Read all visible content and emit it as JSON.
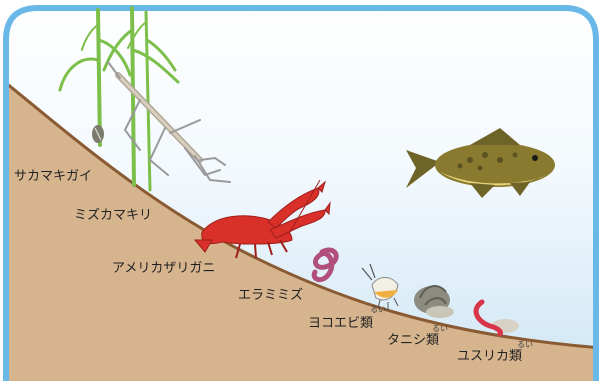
{
  "colors": {
    "frame": "#6ab8e8",
    "water_top": "#ffffff",
    "water_bottom": "#cfe6f5",
    "soil": "#d6b48e",
    "soil_edge": "#8a5a33",
    "reed": "#7cbf4a",
    "crayfish": "#d9302a",
    "fish": "#8a7a30",
    "worm": "#b0507a",
    "bloodworm": "#d8344a",
    "snail": "#7a7a6e"
  },
  "labels": {
    "sakamakigai": "サカマキガイ",
    "mizukamakiri": "ミズカマキリ",
    "amerikazarigani": "アメリカザリガニ",
    "eramimizu": "エラミミズ",
    "yokoebi": "ヨコエビ類",
    "tanishi": "タニシ類",
    "yusurika": "ユスリカ類"
  },
  "ruby": {
    "yokoebi": "るい",
    "tanishi": "るい",
    "yusurika": "るい"
  }
}
